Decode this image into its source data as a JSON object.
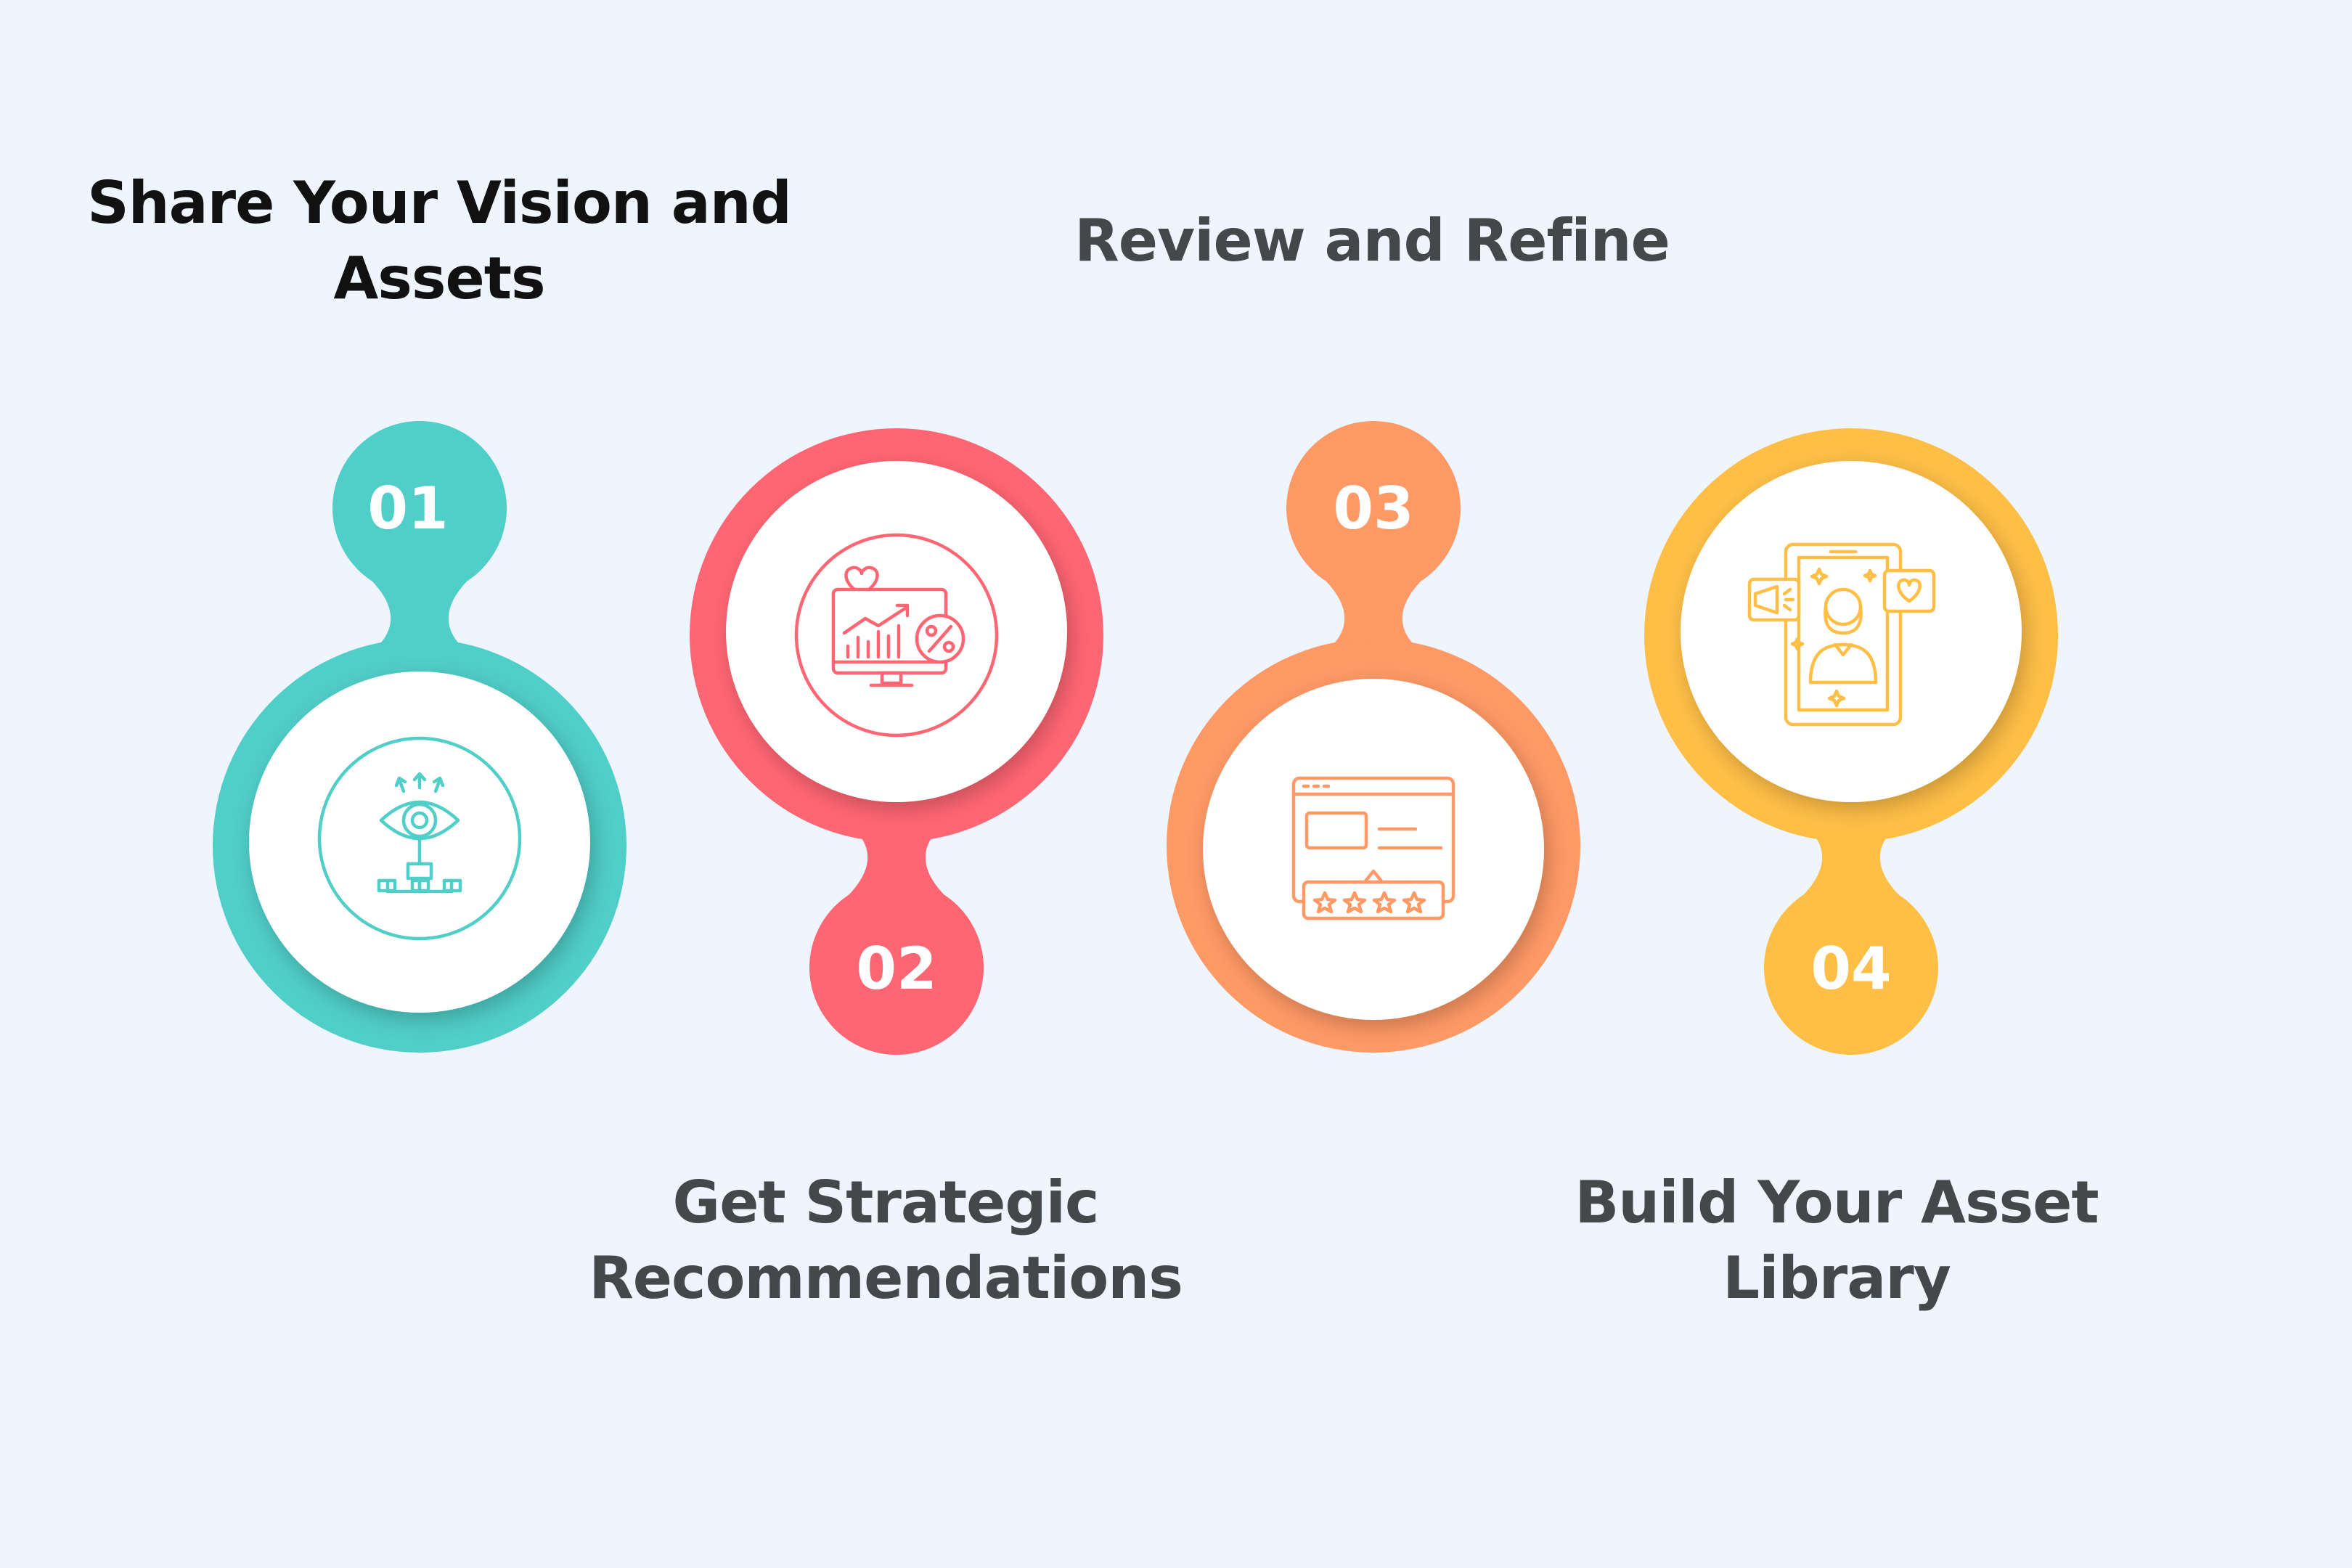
{
  "steps": [
    {
      "number": "01",
      "title_lines": [
        "Share Your Vision and",
        "Assets"
      ],
      "color": "#50cec8",
      "badge_position": "top",
      "icon": "eye-network-icon"
    },
    {
      "number": "02",
      "title_lines": [
        "Get Strategic",
        "Recommendations"
      ],
      "color": "#ff6673",
      "badge_position": "bottom",
      "icon": "analytics-monitor-icon"
    },
    {
      "number": "03",
      "title_lines": [
        "Review and Refine"
      ],
      "color": "#ff9966",
      "badge_position": "top",
      "icon": "website-rating-icon"
    },
    {
      "number": "04",
      "title_lines": [
        "Build Your Asset",
        "Library"
      ],
      "color": "#ffbf47",
      "badge_position": "bottom",
      "icon": "influencer-phone-icon"
    }
  ],
  "colors": {
    "background": "#eff5fe",
    "inner_circle": "#ffffff"
  }
}
